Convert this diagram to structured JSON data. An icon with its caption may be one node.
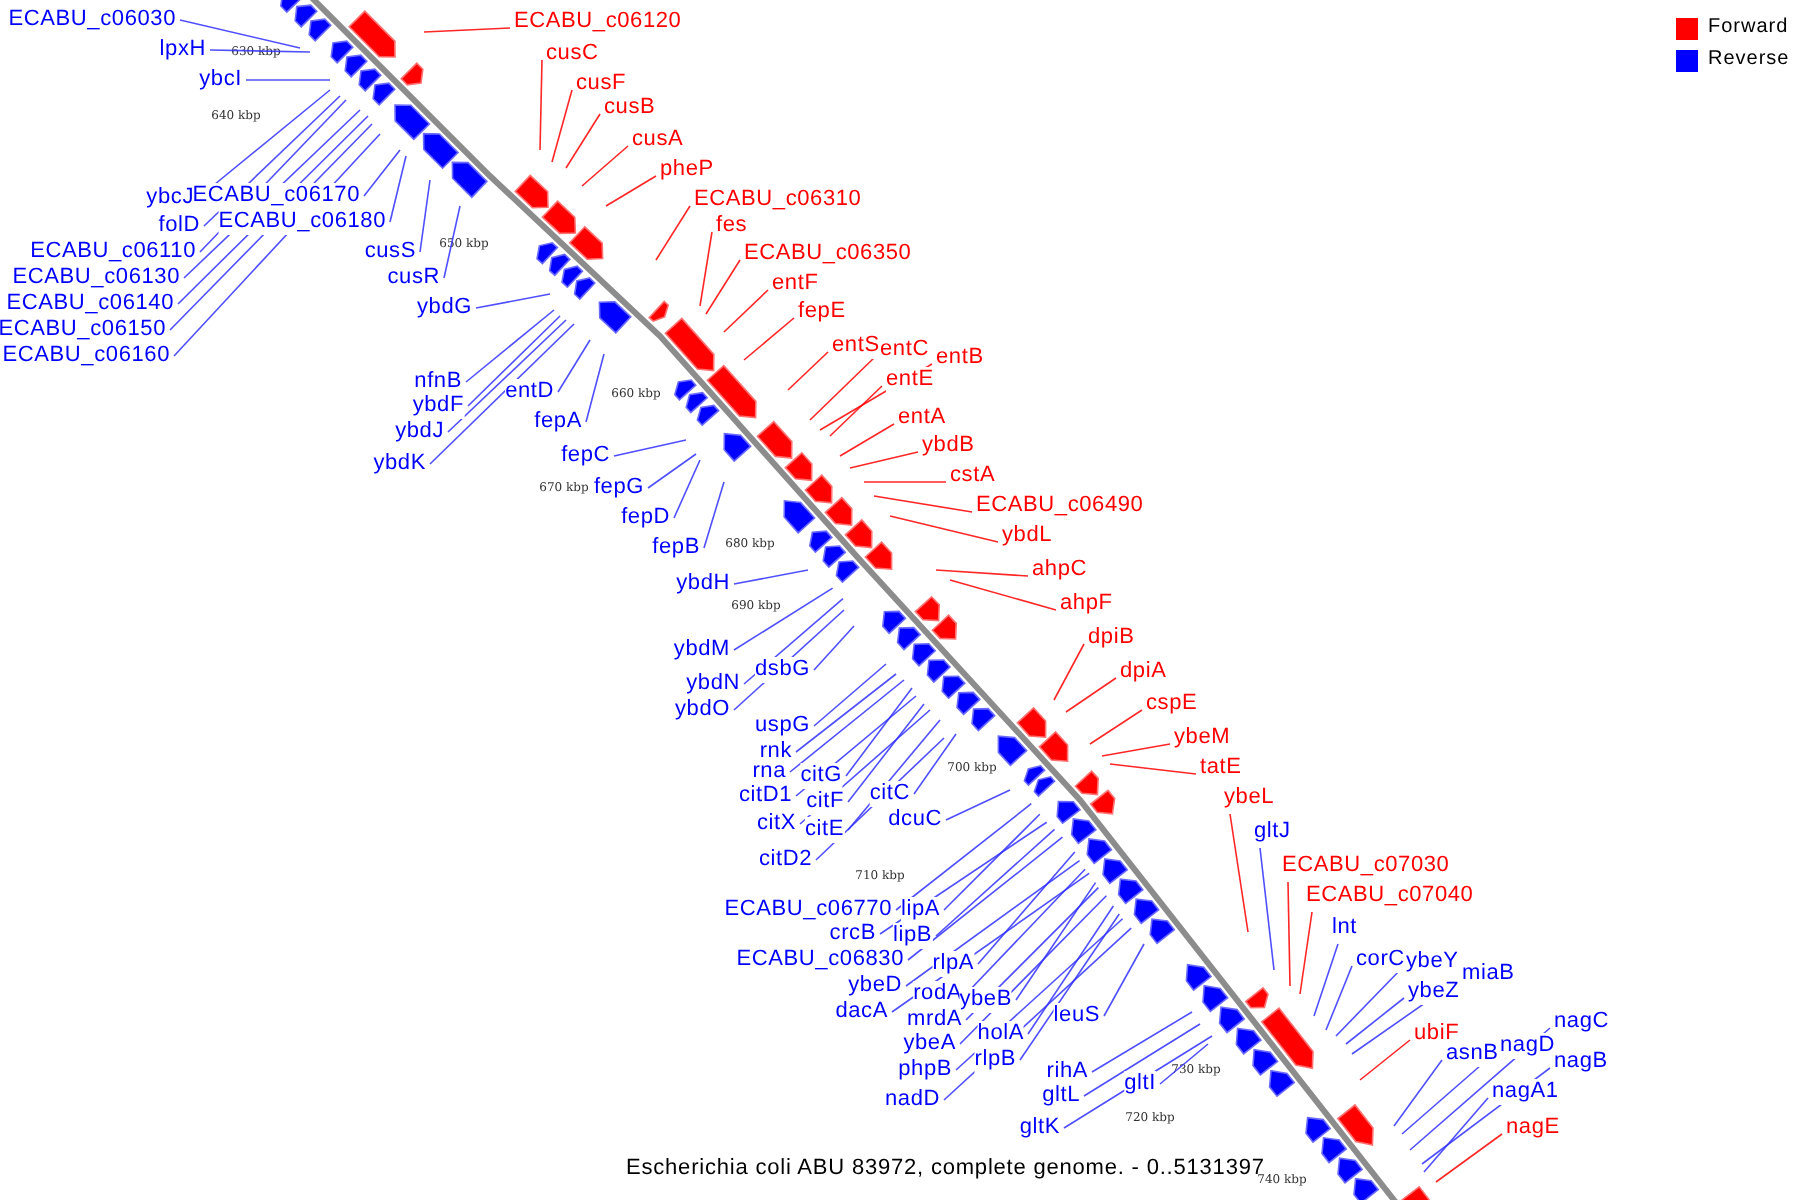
{
  "diagram": {
    "caption": "Escherichia coli ABU 83972, complete genome. - 0..5131397",
    "nodes": [
      {
        "text": [
          "ECABU_c06030"
        ]
      },
      {
        "text": [
          "lpxH"
        ]
      },
      {
        "text": [
          "ybcI"
        ]
      },
      {
        "text": [
          "ybcJ"
        ]
      },
      {
        "text": [
          "folD"
        ]
      },
      {
        "text": [
          "ECABU_c06110"
        ]
      },
      {
        "text": [
          "ECABU_c06130"
        ]
      },
      {
        "text": [
          "ECABU_c06140"
        ]
      },
      {
        "text": [
          "ECABU_c06150"
        ]
      },
      {
        "text": [
          "ECABU_c06160"
        ]
      },
      {
        "text": [
          "ECABU_c06170"
        ]
      },
      {
        "text": [
          "ECABU_c06180"
        ]
      },
      {
        "text": [
          "cusS"
        ]
      },
      {
        "text": [
          "cusR"
        ]
      },
      {
        "text": [
          "ybdG"
        ]
      },
      {
        "text": [
          "nfnB"
        ]
      },
      {
        "text": [
          "ybdF"
        ]
      },
      {
        "text": [
          "ybdJ"
        ]
      },
      {
        "text": [
          "ybdK"
        ]
      },
      {
        "text": [
          "entD"
        ]
      },
      {
        "text": [
          "fepA"
        ]
      },
      {
        "text": [
          "fepC"
        ]
      },
      {
        "text": [
          "fepG"
        ]
      },
      {
        "text": [
          "fepD"
        ]
      },
      {
        "text": [
          "fepB"
        ]
      },
      {
        "text": [
          "ybdH"
        ]
      },
      {
        "text": [
          "ybdM"
        ]
      },
      {
        "text": [
          "dsbG"
        ]
      },
      {
        "text": [
          "ybdN"
        ]
      },
      {
        "text": [
          "ybdO"
        ]
      },
      {
        "text": [
          "uspG"
        ]
      },
      {
        "text": [
          "rnk"
        ]
      },
      {
        "text": [
          "rna"
        ]
      },
      {
        "text": [
          "citG"
        ]
      },
      {
        "text": [
          "citD1"
        ]
      },
      {
        "text": [
          "citF"
        ]
      },
      {
        "text": [
          "citC"
        ]
      },
      {
        "text": [
          "citX"
        ]
      },
      {
        "text": [
          "citE"
        ]
      },
      {
        "text": [
          "dcuC"
        ]
      },
      {
        "text": [
          "citD2"
        ]
      },
      {
        "text": [
          "ECABU_c06770"
        ]
      },
      {
        "text": [
          "lipA"
        ]
      },
      {
        "text": [
          "crcB"
        ]
      },
      {
        "text": [
          "lipB"
        ]
      },
      {
        "text": [
          "ECABU_c06830"
        ]
      },
      {
        "text": [
          "rlpA"
        ]
      },
      {
        "text": [
          "ybeD"
        ]
      },
      {
        "text": [
          "rodA"
        ]
      },
      {
        "text": [
          "ybeB"
        ]
      },
      {
        "text": [
          "dacA"
        ]
      },
      {
        "text": [
          "mrdA"
        ]
      },
      {
        "text": [
          "leuS"
        ]
      },
      {
        "text": [
          "holA"
        ]
      },
      {
        "text": [
          "ybeA"
        ]
      },
      {
        "text": [
          "rlpB"
        ]
      },
      {
        "text": [
          "phpB"
        ]
      },
      {
        "text": [
          "rihA"
        ]
      },
      {
        "text": [
          "gltI"
        ]
      },
      {
        "text": [
          "gltL"
        ]
      },
      {
        "text": [
          "nadD"
        ]
      },
      {
        "text": [
          "gltK"
        ]
      },
      {
        "text": [
          "ECABU_c06120"
        ]
      },
      {
        "text": [
          "cusC"
        ]
      },
      {
        "text": [
          "cusF"
        ]
      },
      {
        "text": [
          "cusB"
        ]
      },
      {
        "text": [
          "cusA"
        ]
      },
      {
        "text": [
          "pheP"
        ]
      },
      {
        "text": [
          "ECABU_c06310"
        ]
      },
      {
        "text": [
          "fes"
        ]
      },
      {
        "text": [
          "ECABU_c06350"
        ]
      },
      {
        "text": [
          "entF"
        ]
      },
      {
        "text": [
          "fepE"
        ]
      },
      {
        "text": [
          "entS"
        ]
      },
      {
        "text": [
          "entC"
        ]
      },
      {
        "text": [
          "entB"
        ]
      },
      {
        "text": [
          "entE"
        ]
      },
      {
        "text": [
          "entA"
        ]
      },
      {
        "text": [
          "ybdB"
        ]
      },
      {
        "text": [
          "cstA"
        ]
      },
      {
        "text": [
          "ECABU_c06490"
        ]
      },
      {
        "text": [
          "ybdL"
        ]
      },
      {
        "text": [
          "ahpC"
        ]
      },
      {
        "text": [
          "ahpF"
        ]
      },
      {
        "text": [
          "dpiB"
        ]
      },
      {
        "text": [
          "dpiA"
        ]
      },
      {
        "text": [
          "cspE"
        ]
      },
      {
        "text": [
          "ybeM"
        ]
      },
      {
        "text": [
          "tatE"
        ]
      },
      {
        "text": [
          "ybeL"
        ]
      },
      {
        "text": [
          "gltJ"
        ]
      },
      {
        "text": [
          "ECABU_c07030"
        ]
      },
      {
        "text": [
          "ECABU_c07040"
        ]
      },
      {
        "text": [
          "lnt"
        ]
      },
      {
        "text": [
          "corC"
        ]
      },
      {
        "text": [
          "ybeY"
        ]
      },
      {
        "text": [
          "ybeZ"
        ]
      },
      {
        "text": [
          "miaB"
        ]
      },
      {
        "text": [
          "ubiF"
        ]
      },
      {
        "text": [
          "asnB"
        ]
      },
      {
        "text": [
          "nagD"
        ]
      },
      {
        "text": [
          "nagC"
        ]
      },
      {
        "text": [
          "nagB"
        ]
      },
      {
        "text": [
          "nagA1"
        ]
      },
      {
        "text": [
          "nagE"
        ]
      }
    ],
    "edges": [
      {
        "from": 0,
        "to": null,
        "arrow": "none"
      },
      {
        "from": 1,
        "to": null,
        "arrow": "none"
      },
      {
        "from": 2,
        "to": null,
        "arrow": "none"
      },
      {
        "from": 3,
        "to": null,
        "arrow": "none"
      },
      {
        "from": 4,
        "to": null,
        "arrow": "none"
      },
      {
        "from": 5,
        "to": null,
        "arrow": "none"
      },
      {
        "from": 6,
        "to": null,
        "arrow": "none"
      },
      {
        "from": 7,
        "to": null,
        "arrow": "none"
      },
      {
        "from": 8,
        "to": null,
        "arrow": "none"
      },
      {
        "from": 9,
        "to": null,
        "arrow": "none"
      },
      {
        "from": 10,
        "to": null,
        "arrow": "none"
      },
      {
        "from": 11,
        "to": null,
        "arrow": "none"
      },
      {
        "from": 12,
        "to": null,
        "arrow": "none"
      },
      {
        "from": 13,
        "to": null,
        "arrow": "none"
      },
      {
        "from": 14,
        "to": null,
        "arrow": "none"
      },
      {
        "from": 15,
        "to": null,
        "arrow": "none"
      },
      {
        "from": 16,
        "to": null,
        "arrow": "none"
      },
      {
        "from": 17,
        "to": null,
        "arrow": "none"
      },
      {
        "from": 18,
        "to": null,
        "arrow": "none"
      },
      {
        "from": 19,
        "to": null,
        "arrow": "none"
      },
      {
        "from": 20,
        "to": null,
        "arrow": "none"
      },
      {
        "from": 21,
        "to": null,
        "arrow": "none"
      },
      {
        "from": 22,
        "to": null,
        "arrow": "none"
      },
      {
        "from": 23,
        "to": null,
        "arrow": "none"
      },
      {
        "from": 24,
        "to": null,
        "arrow": "none"
      },
      {
        "from": 25,
        "to": null,
        "arrow": "none"
      },
      {
        "from": 26,
        "to": null,
        "arrow": "none"
      },
      {
        "from": 27,
        "to": null,
        "arrow": "none"
      },
      {
        "from": 28,
        "to": null,
        "arrow": "none"
      },
      {
        "from": 29,
        "to": null,
        "arrow": "none"
      },
      {
        "from": 30,
        "to": null,
        "arrow": "none"
      },
      {
        "from": 31,
        "to": null,
        "arrow": "none"
      },
      {
        "from": 32,
        "to": null,
        "arrow": "none"
      },
      {
        "from": 33,
        "to": null,
        "arrow": "none"
      },
      {
        "from": 34,
        "to": null,
        "arrow": "none"
      },
      {
        "from": 35,
        "to": null,
        "arrow": "none"
      },
      {
        "from": 36,
        "to": null,
        "arrow": "none"
      },
      {
        "from": 37,
        "to": null,
        "arrow": "none"
      },
      {
        "from": 38,
        "to": null,
        "arrow": "none"
      },
      {
        "from": 39,
        "to": null,
        "arrow": "none"
      },
      {
        "from": 40,
        "to": null,
        "arrow": "none"
      },
      {
        "from": 41,
        "to": null,
        "arrow": "none"
      },
      {
        "from": 42,
        "to": null,
        "arrow": "none"
      },
      {
        "from": 43,
        "to": null,
        "arrow": "none"
      },
      {
        "from": 44,
        "to": null,
        "arrow": "none"
      },
      {
        "from": 45,
        "to": null,
        "arrow": "none"
      },
      {
        "from": 46,
        "to": null,
        "arrow": "none"
      },
      {
        "from": 47,
        "to": null,
        "arrow": "none"
      },
      {
        "from": 48,
        "to": null,
        "arrow": "none"
      },
      {
        "from": 49,
        "to": null,
        "arrow": "none"
      },
      {
        "from": 50,
        "to": null,
        "arrow": "none"
      },
      {
        "from": 51,
        "to": null,
        "arrow": "none"
      },
      {
        "from": 52,
        "to": null,
        "arrow": "none"
      },
      {
        "from": 53,
        "to": null,
        "arrow": "none"
      },
      {
        "from": 54,
        "to": null,
        "arrow": "none"
      },
      {
        "from": 55,
        "to": null,
        "arrow": "none"
      },
      {
        "from": 56,
        "to": null,
        "arrow": "none"
      },
      {
        "from": 57,
        "to": null,
        "arrow": "none"
      },
      {
        "from": 58,
        "to": null,
        "arrow": "none"
      },
      {
        "from": 59,
        "to": null,
        "arrow": "none"
      },
      {
        "from": 60,
        "to": null,
        "arrow": "none"
      },
      {
        "from": 61,
        "to": null,
        "arrow": "none"
      },
      {
        "from": 62,
        "to": null,
        "arrow": "none",
        "color": "#ff0000"
      },
      {
        "from": 63,
        "to": null,
        "arrow": "none",
        "color": "#ff0000"
      },
      {
        "from": 64,
        "to": null,
        "arrow": "none",
        "color": "#ff0000"
      },
      {
        "from": 65,
        "to": null,
        "arrow": "none",
        "color": "#ff0000"
      },
      {
        "from": 66,
        "to": null,
        "arrow": "none",
        "color": "#ff0000"
      },
      {
        "from": 67,
        "to": null,
        "arrow": "none",
        "color": "#ff0000"
      },
      {
        "from": 68,
        "to": null,
        "arrow": "none",
        "color": "#ff0000"
      },
      {
        "from": 69,
        "to": null,
        "arrow": "none",
        "color": "#ff0000"
      },
      {
        "from": 70,
        "to": null,
        "arrow": "none",
        "color": "#ff0000"
      },
      {
        "from": 71,
        "to": null,
        "arrow": "none",
        "color": "#ff0000"
      },
      {
        "from": 72,
        "to": null,
        "arrow": "none",
        "color": "#ff0000"
      },
      {
        "from": 73,
        "to": null,
        "arrow": "none",
        "color": "#ff0000"
      },
      {
        "from": 74,
        "to": null,
        "arrow": "none",
        "color": "#ff0000"
      },
      {
        "from": 75,
        "to": null,
        "arrow": "none",
        "color": "#ff0000"
      },
      {
        "from": 76,
        "to": null,
        "arrow": "none",
        "color": "#ff0000"
      },
      {
        "from": 77,
        "to": null,
        "arrow": "none",
        "color": "#ff0000"
      },
      {
        "from": 78,
        "to": null,
        "arrow": "none",
        "color": "#ff0000"
      },
      {
        "from": 79,
        "to": null,
        "arrow": "none",
        "color": "#ff0000"
      },
      {
        "from": 80,
        "to": null,
        "arrow": "none",
        "color": "#ff0000"
      },
      {
        "from": 81,
        "to": null,
        "arrow": "none",
        "color": "#ff0000"
      },
      {
        "from": 82,
        "to": null,
        "arrow": "none",
        "color": "#ff0000"
      },
      {
        "from": 83,
        "to": null,
        "arrow": "none",
        "color": "#ff0000"
      },
      {
        "from": 84,
        "to": null,
        "arrow": "none",
        "color": "#ff0000"
      },
      {
        "from": 85,
        "to": null,
        "arrow": "none",
        "color": "#ff0000"
      },
      {
        "from": 86,
        "to": null,
        "arrow": "none",
        "color": "#ff0000"
      },
      {
        "from": 87,
        "to": null,
        "arrow": "none",
        "color": "#ff0000"
      },
      {
        "from": 88,
        "to": null,
        "arrow": "none",
        "color": "#ff0000"
      },
      {
        "from": 89,
        "to": null,
        "arrow": "none",
        "color": "#ff0000"
      },
      {
        "from": 90,
        "to": null,
        "arrow": "none"
      },
      {
        "from": 91,
        "to": null,
        "arrow": "none",
        "color": "#ff0000"
      },
      {
        "from": 92,
        "to": null,
        "arrow": "none",
        "color": "#ff0000"
      },
      {
        "from": 93,
        "to": null,
        "arrow": "none"
      },
      {
        "from": 94,
        "to": null,
        "arrow": "none"
      },
      {
        "from": 95,
        "to": null,
        "arrow": "none"
      },
      {
        "from": 96,
        "to": null,
        "arrow": "none"
      },
      {
        "from": 97,
        "to": null,
        "arrow": "none"
      },
      {
        "from": 98,
        "to": null,
        "arrow": "none",
        "color": "#ff0000"
      },
      {
        "from": 99,
        "to": null,
        "arrow": "none"
      },
      {
        "from": 100,
        "to": null,
        "arrow": "none"
      },
      {
        "from": 101,
        "to": null,
        "arrow": "none"
      },
      {
        "from": 102,
        "to": null,
        "arrow": "none"
      },
      {
        "from": 103,
        "to": null,
        "arrow": "none"
      },
      {
        "from": 104,
        "to": null,
        "arrow": "none",
        "color": "#ff0000"
      }
    ],
    "labels": [
      "630 kbp",
      "640 kbp",
      "650 kbp",
      "660 kbp",
      "670 kbp",
      "680 kbp",
      "690 kbp",
      "700 kbp",
      "710 kbp",
      "720 kbp",
      "730 kbp",
      "740 kbp"
    ],
    "legend": [
      {
        "text": "Forward",
        "color": "#ff0000"
      },
      {
        "text": "Reverse",
        "color": "#0000ff"
      }
    ]
  }
}
